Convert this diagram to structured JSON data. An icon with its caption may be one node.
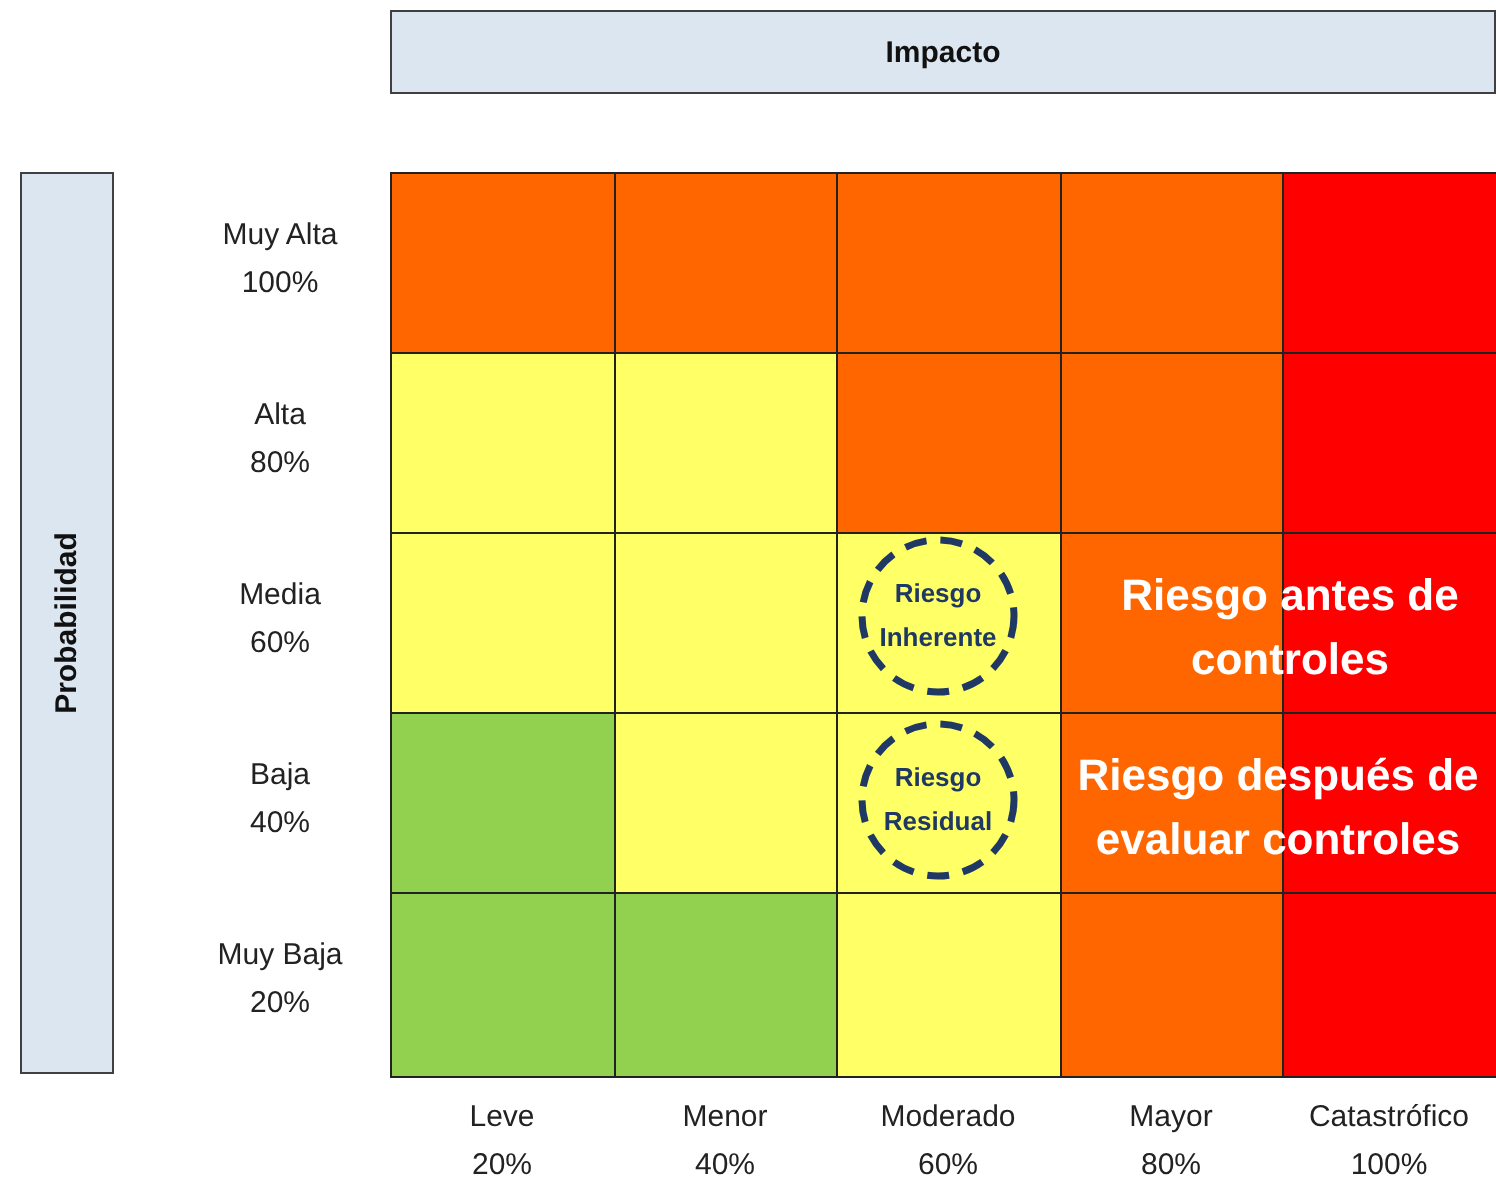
{
  "diagram": {
    "nodes": [
      {
        "text": [
          "Impacto"
        ]
      },
      {
        "text": [
          "Probabilidad"
        ]
      },
      {
        "text": [
          "Riesgo Inherente"
        ]
      },
      {
        "text": [
          "Riesgo Residual"
        ]
      }
    ],
    "edges": [],
    "labels": [
      "Muy Alta",
      "100%",
      "Alta",
      "80%",
      "Media",
      "60%",
      "Baja",
      "40%",
      "Muy Baja",
      "20%",
      "Riesgo antes de controles",
      "Riesgo después de evaluar controles",
      "Leve",
      "20%",
      "Menor",
      "40%",
      "Moderado",
      "60%",
      "Mayor",
      "80%",
      "Catastrófico",
      "100%"
    ]
  }
}
